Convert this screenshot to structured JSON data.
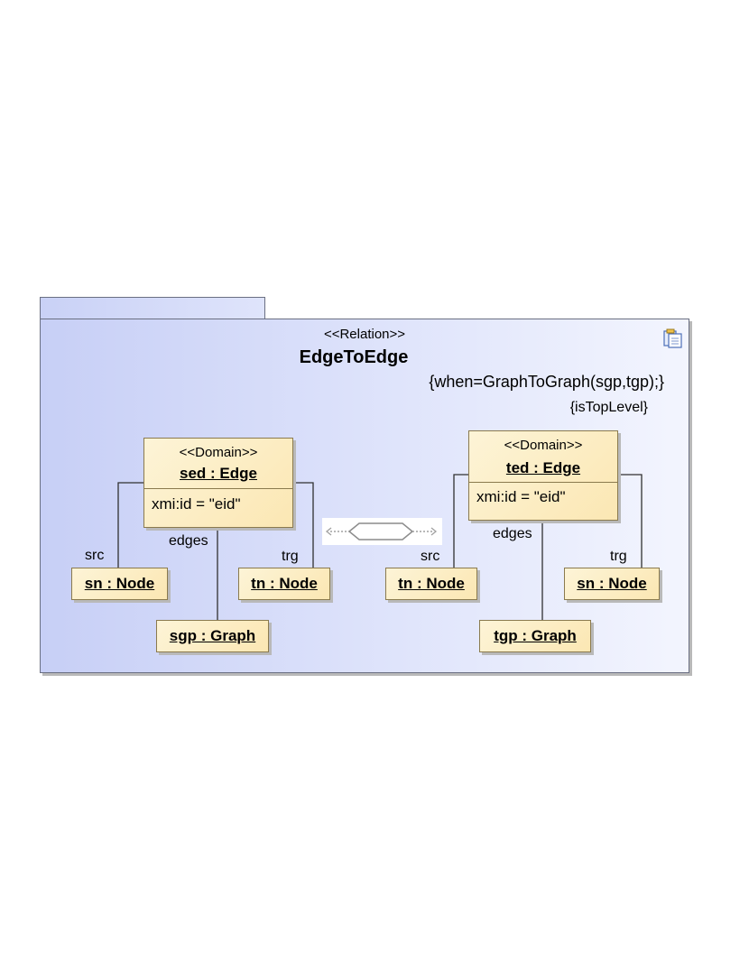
{
  "relation": {
    "stereotype": "<<Relation>>",
    "name": "EdgeToEdge",
    "when": "{when=GraphToGraph(sgp,tgp);}",
    "property": "{isTopLevel}"
  },
  "source_domain": {
    "stereotype": "<<Domain>>",
    "name": "sed : Edge",
    "attribute": "xmi:id = \"eid\"",
    "links": {
      "src": "src",
      "edges": "edges",
      "trg": "trg"
    },
    "src_node": "sn : Node",
    "trg_node": "tn : Node",
    "graph": "sgp : Graph"
  },
  "target_domain": {
    "stereotype": "<<Domain>>",
    "name": "ted : Edge",
    "attribute": "xmi:id = \"eid\"",
    "links": {
      "src": "src",
      "edges": "edges",
      "trg": "trg"
    },
    "src_node": "tn : Node",
    "trg_node": "sn : Node",
    "graph": "tgp : Graph"
  },
  "icons": {
    "package": "package-diagram-icon",
    "transformation": "hexagon-transformation-icon"
  },
  "colors": {
    "package_fill": "#d7ddf9",
    "element_fill": "#fbe9b8",
    "border": "#6a6f82"
  }
}
